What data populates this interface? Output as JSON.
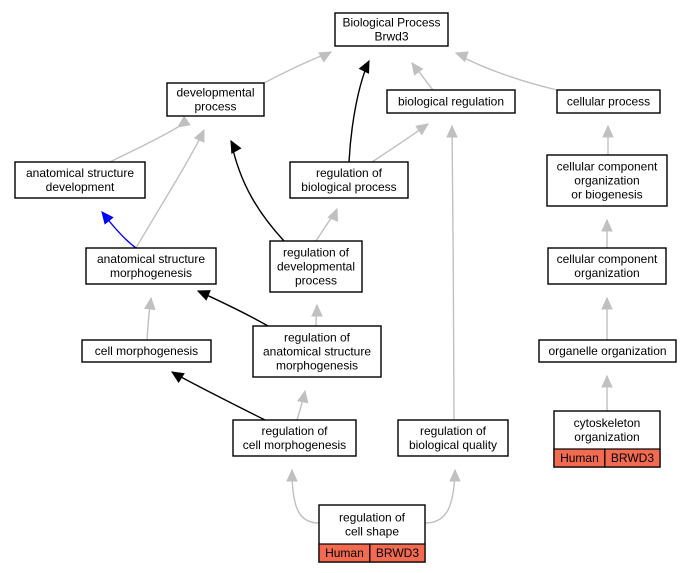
{
  "colors": {
    "edge_gray": "#c0c0c0",
    "edge_black": "#000000",
    "edge_blue": "#0000ff",
    "tag_fill": "#f26a4f",
    "node_border": "#000000"
  },
  "nodes": {
    "bp_root": {
      "lines": [
        "Biological Process",
        "Brwd3"
      ]
    },
    "developmental_process": {
      "lines": [
        "developmental",
        "process"
      ]
    },
    "biological_regulation": {
      "lines": [
        "biological regulation"
      ]
    },
    "cellular_process": {
      "lines": [
        "cellular process"
      ]
    },
    "anatomical_structure_development": {
      "lines": [
        "anatomical structure",
        "development"
      ]
    },
    "regulation_of_biological_process": {
      "lines": [
        "regulation of",
        "biological process"
      ]
    },
    "cellular_component_organization_or_biogenesis": {
      "lines": [
        "cellular component",
        "organization",
        "or biogenesis"
      ]
    },
    "anatomical_structure_morphogenesis": {
      "lines": [
        "anatomical structure",
        "morphogenesis"
      ]
    },
    "regulation_of_developmental_process": {
      "lines": [
        "regulation of",
        "developmental",
        "process"
      ]
    },
    "cellular_component_organization": {
      "lines": [
        "cellular component",
        "organization"
      ]
    },
    "cell_morphogenesis": {
      "lines": [
        "cell morphogenesis"
      ]
    },
    "regulation_of_anatomical_structure_morphogenesis": {
      "lines": [
        "regulation of",
        "anatomical structure",
        "morphogenesis"
      ]
    },
    "organelle_organization": {
      "lines": [
        "organelle organization"
      ]
    },
    "regulation_of_cell_morphogenesis": {
      "lines": [
        "regulation of",
        "cell morphogenesis"
      ]
    },
    "regulation_of_biological_quality": {
      "lines": [
        "regulation of",
        "biological quality"
      ]
    },
    "cytoskeleton_organization": {
      "lines": [
        "cytoskeleton",
        "organization"
      ],
      "tags": [
        "Human",
        "BRWD3"
      ]
    },
    "regulation_of_cell_shape": {
      "lines": [
        "regulation of",
        "cell shape"
      ],
      "tags": [
        "Human",
        "BRWD3"
      ]
    }
  },
  "edges": [
    {
      "from": "developmental_process",
      "to": "bp_root",
      "color": "gray"
    },
    {
      "from": "biological_regulation",
      "to": "bp_root",
      "color": "gray"
    },
    {
      "from": "cellular_process",
      "to": "bp_root",
      "color": "gray"
    },
    {
      "from": "regulation_of_biological_process",
      "to": "bp_root",
      "color": "black"
    },
    {
      "from": "anatomical_structure_development",
      "to": "developmental_process",
      "color": "gray"
    },
    {
      "from": "anatomical_structure_morphogenesis",
      "to": "developmental_process",
      "color": "gray"
    },
    {
      "from": "regulation_of_developmental_process",
      "to": "developmental_process",
      "color": "black"
    },
    {
      "from": "regulation_of_biological_process",
      "to": "biological_regulation",
      "color": "gray"
    },
    {
      "from": "regulation_of_biological_quality",
      "to": "biological_regulation",
      "color": "gray"
    },
    {
      "from": "cellular_component_organization_or_biogenesis",
      "to": "cellular_process",
      "color": "gray"
    },
    {
      "from": "anatomical_structure_morphogenesis",
      "to": "anatomical_structure_development",
      "color": "blue"
    },
    {
      "from": "regulation_of_developmental_process",
      "to": "regulation_of_biological_process",
      "color": "gray"
    },
    {
      "from": "cellular_component_organization",
      "to": "cellular_component_organization_or_biogenesis",
      "color": "gray"
    },
    {
      "from": "cell_morphogenesis",
      "to": "anatomical_structure_morphogenesis",
      "color": "gray"
    },
    {
      "from": "regulation_of_anatomical_structure_morphogenesis",
      "to": "anatomical_structure_morphogenesis",
      "color": "black"
    },
    {
      "from": "regulation_of_anatomical_structure_morphogenesis",
      "to": "regulation_of_developmental_process",
      "color": "gray"
    },
    {
      "from": "organelle_organization",
      "to": "cellular_component_organization",
      "color": "gray"
    },
    {
      "from": "regulation_of_cell_morphogenesis",
      "to": "cell_morphogenesis",
      "color": "black"
    },
    {
      "from": "regulation_of_cell_morphogenesis",
      "to": "regulation_of_anatomical_structure_morphogenesis",
      "color": "gray"
    },
    {
      "from": "cytoskeleton_organization",
      "to": "organelle_organization",
      "color": "gray"
    },
    {
      "from": "regulation_of_cell_shape",
      "to": "regulation_of_cell_morphogenesis",
      "color": "gray"
    },
    {
      "from": "regulation_of_cell_shape",
      "to": "regulation_of_biological_quality",
      "color": "gray"
    }
  ]
}
